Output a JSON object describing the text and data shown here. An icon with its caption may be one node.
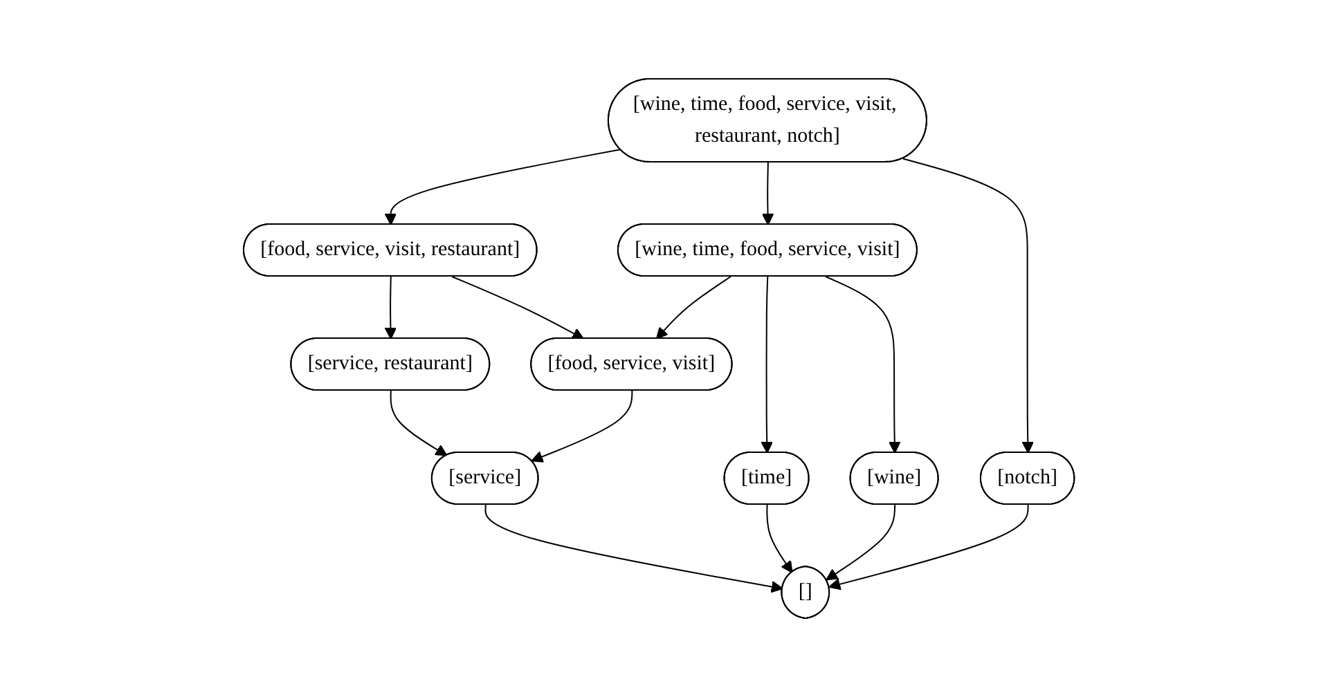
{
  "diagram": {
    "nodes": [
      {
        "text": [
          "[wine, time, food, service, visit, restaurant, notch]"
        ]
      },
      {
        "text": [
          "[food, service, visit, restaurant]"
        ]
      },
      {
        "text": [
          "[wine, time, food, service, visit]"
        ]
      },
      {
        "text": [
          "[service, restaurant]"
        ]
      },
      {
        "text": [
          "[food, service, visit]"
        ]
      },
      {
        "text": [
          "[notch]"
        ]
      },
      {
        "text": [
          "[service]"
        ]
      },
      {
        "text": [
          "[time]"
        ]
      },
      {
        "text": [
          "[wine]"
        ]
      },
      {
        "text": [
          "[]"
        ]
      }
    ],
    "edges": [
      {
        "from": 0,
        "to": 1,
        "arrow": "to"
      },
      {
        "from": 0,
        "to": 2,
        "arrow": "to"
      },
      {
        "from": 0,
        "to": 5,
        "arrow": "to"
      },
      {
        "from": 1,
        "to": 3,
        "arrow": "to"
      },
      {
        "from": 1,
        "to": 4,
        "arrow": "to"
      },
      {
        "from": 2,
        "to": 4,
        "arrow": "to"
      },
      {
        "from": 2,
        "to": 7,
        "arrow": "to"
      },
      {
        "from": 2,
        "to": 8,
        "arrow": "to"
      },
      {
        "from": 3,
        "to": 6,
        "arrow": "to"
      },
      {
        "from": 4,
        "to": 6,
        "arrow": "to"
      },
      {
        "from": 6,
        "to": 9,
        "arrow": "to"
      },
      {
        "from": 7,
        "to": 9,
        "arrow": "to"
      },
      {
        "from": 8,
        "to": 9,
        "arrow": "to"
      },
      {
        "from": 5,
        "to": 9,
        "arrow": "to"
      }
    ]
  }
}
